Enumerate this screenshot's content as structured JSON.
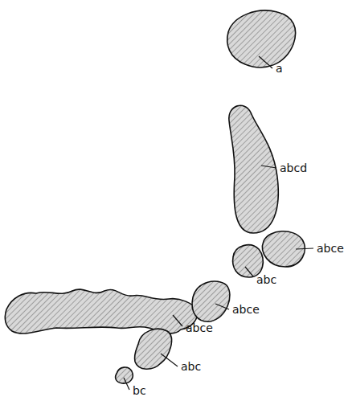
{
  "diagram": {
    "labels": [
      "a",
      "abcd",
      "abce",
      "abc",
      "abce",
      "abce",
      "abc",
      "bc"
    ]
  }
}
